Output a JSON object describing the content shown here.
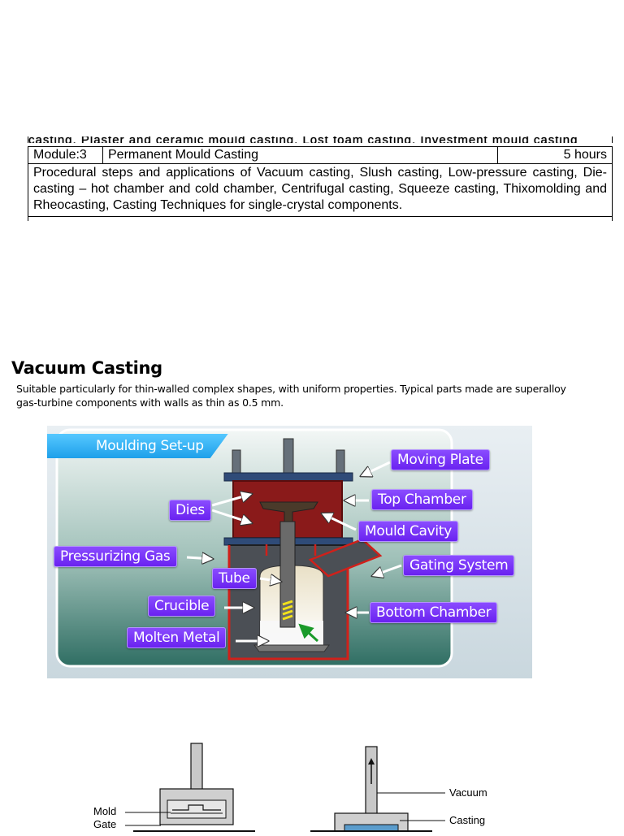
{
  "syllabus": {
    "cut_off_line": "casting, Plaster and ceramic mould casting, Lost foam casting, Investment mould casting",
    "module_label": "Module:3",
    "module_title": "Permanent Mould Casting",
    "hours": "5 hours",
    "description": "Procedural steps and applications of Vacuum casting, Slush casting, Low-pressure casting, Die-casting – hot chamber and cold chamber, Centrifugal casting, Squeeze casting, Thixomolding and Rheocasting, Casting Techniques for single-crystal components."
  },
  "section": {
    "title": "Vacuum Casting",
    "text": "Suitable particularly for thin-walled complex shapes, with uniform properties. Typical parts made are superalloy gas-turbine components with walls as thin as 0.5 mm."
  },
  "figure1": {
    "tag": "Moulding Set-up",
    "labels": {
      "moving_plate": "Moving Plate",
      "top_chamber": "Top Chamber",
      "dies": "Dies",
      "mould_cavity": "Mould Cavity",
      "pressurizing_gas": "Pressurizing Gas",
      "gating_system": "Gating System",
      "tube": "Tube",
      "crucible": "Crucible",
      "bottom_chamber": "Bottom Chamber",
      "molten_metal": "Molten Metal"
    }
  },
  "figure2": {
    "labels": {
      "mold": "Mold",
      "gate": "Gate",
      "vacuum": "Vacuum",
      "casting": "Casting"
    }
  }
}
